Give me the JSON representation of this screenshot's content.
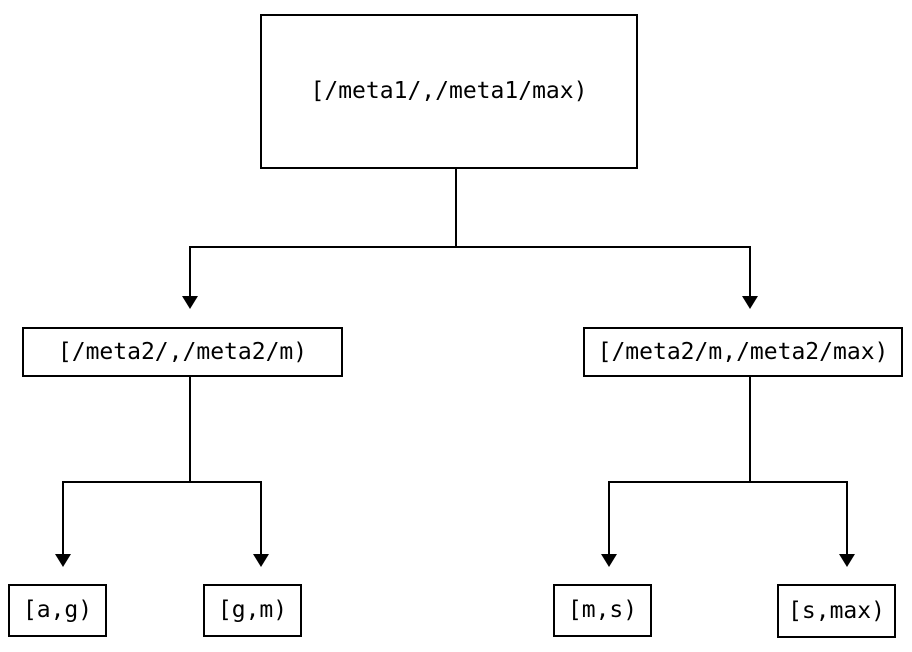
{
  "diagram": {
    "type": "tree",
    "nodes": [
      {
        "id": "root",
        "label": "[/meta1/,/meta1/max)"
      },
      {
        "id": "left",
        "label": "[/meta2/,/meta2/m)"
      },
      {
        "id": "right",
        "label": "[/meta2/m,/meta2/max)"
      },
      {
        "id": "leaf-ag",
        "label": "[a,g)"
      },
      {
        "id": "leaf-gm",
        "label": "[g,m)"
      },
      {
        "id": "leaf-ms",
        "label": "[m,s)"
      },
      {
        "id": "leaf-smax",
        "label": "[s,max)"
      }
    ],
    "edges": [
      {
        "from": "root",
        "to": "left"
      },
      {
        "from": "root",
        "to": "right"
      },
      {
        "from": "left",
        "to": "leaf-ag"
      },
      {
        "from": "left",
        "to": "leaf-gm"
      },
      {
        "from": "right",
        "to": "leaf-ms"
      },
      {
        "from": "right",
        "to": "leaf-smax"
      }
    ],
    "colors": {
      "line": "#000000",
      "box_border": "#000000",
      "text": "#000000",
      "background": "#ffffff"
    }
  }
}
